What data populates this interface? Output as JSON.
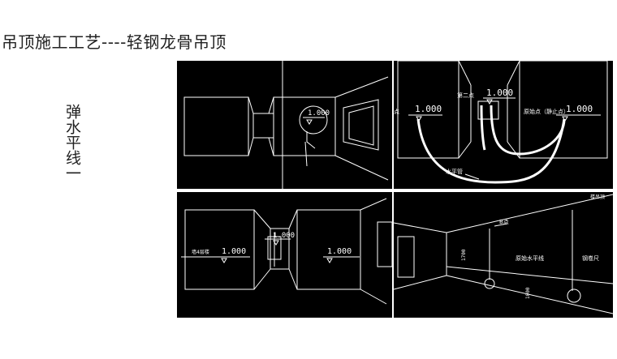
{
  "slide": {
    "title": "吊顶施工工艺----轻钢龙骨吊顶",
    "side_label": "弹水平线一"
  },
  "panels": {
    "p1": {
      "level": "1.000"
    },
    "p2": {
      "level_left": "1.000",
      "level_mid": "1.000",
      "level_right": "1.000",
      "pt2_label": "第二点",
      "origin_label": "原始点（静止点）",
      "tube_label": "水平管",
      "left_cut": "点"
    },
    "p3": {
      "level_left": "1.000",
      "level_mid": "1.000",
      "level_right": "1.000",
      "left_label": "墙4层楼"
    },
    "p4": {
      "top_right": "楼吊顶",
      "b_point": "B点",
      "origin_line": "原始水平线",
      "tape": "钢卷尺",
      "dim_a": "1700",
      "dim_b": "1000"
    }
  }
}
